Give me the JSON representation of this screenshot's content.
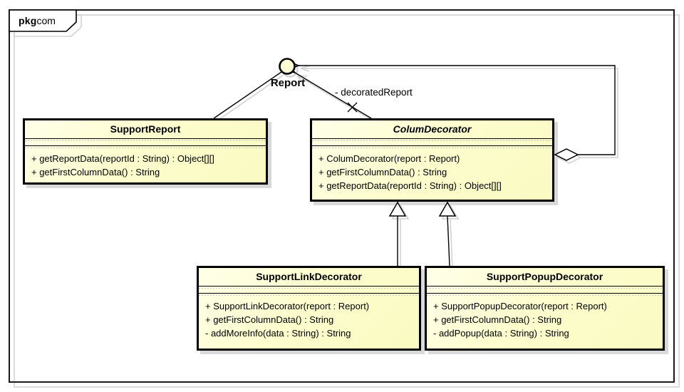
{
  "frame": {
    "tag_keyword": "pkg",
    "tag_name": "com"
  },
  "interface": {
    "name": "Report"
  },
  "relationships": {
    "decorated_report_label": "- decoratedReport",
    "types": [
      "interface-realization",
      "association-to-interface",
      "aggregation-to-interface",
      "generalization",
      "generalization"
    ]
  },
  "classes": [
    {
      "name": "SupportReport",
      "abstract": false,
      "attributes": [],
      "methods": [
        "+ getReportData(reportId : String) : Object[][]",
        "+ getFirstColumnData() : String"
      ]
    },
    {
      "name": "ColumDecorator",
      "abstract": true,
      "attributes": [],
      "methods": [
        "+ ColumDecorator(report : Report)",
        "+ getFirstColumnData() : String",
        "+ getReportData(reportId : String) : Object[][]"
      ]
    },
    {
      "name": "SupportLinkDecorator",
      "abstract": false,
      "attributes": [],
      "methods": [
        "+ SupportLinkDecorator(report : Report)",
        "+ getFirstColumnData() : String",
        "- addMoreInfo(data : String) : String"
      ]
    },
    {
      "name": "SupportPopupDecorator",
      "abstract": false,
      "attributes": [],
      "methods": [
        "+ SupportPopupDecorator(report : Report)",
        "+ getFirstColumnData() : String",
        "- addPopup(data : String) : String"
      ]
    }
  ],
  "colors": {
    "class_fill": "#fdfdce",
    "class_fill_light": "#ffffe9",
    "line": "#000000",
    "shadow": "#d2d2d2",
    "background": "#ffffff"
  }
}
